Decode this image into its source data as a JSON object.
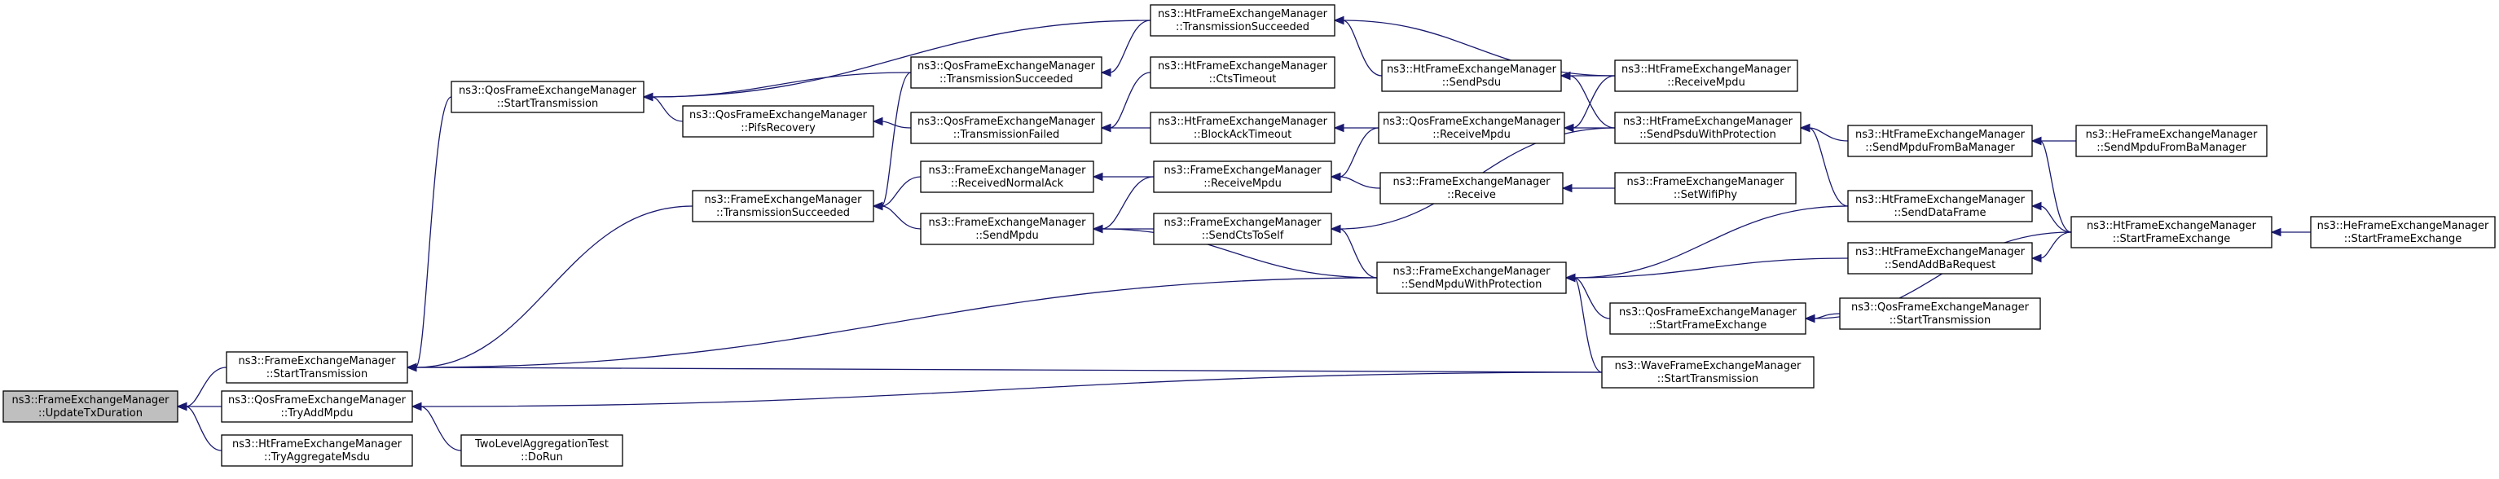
{
  "diagram": {
    "type": "call-graph",
    "colors": {
      "edge": "#191970",
      "node_fill": "#ffffff",
      "root_fill": "#bfbfbf",
      "node_border": "#000000",
      "text": "#000000"
    },
    "nodes": [
      {
        "id": "root",
        "root": true,
        "lines": [
          "ns3::FrameExchangeManager",
          "::UpdateTxDuration"
        ]
      },
      {
        "id": "fem_start",
        "lines": [
          "ns3::FrameExchangeManager",
          "::StartTransmission"
        ]
      },
      {
        "id": "qos_tryadd",
        "lines": [
          "ns3::QosFrameExchangeManager",
          "::TryAddMpdu"
        ]
      },
      {
        "id": "ht_tryagg",
        "lines": [
          "ns3::HtFrameExchangeManager",
          "::TryAggregateMsdu"
        ]
      },
      {
        "id": "qos_start",
        "lines": [
          "ns3::QosFrameExchangeManager",
          "::StartTransmission"
        ]
      },
      {
        "id": "fem_txsucc",
        "lines": [
          "ns3::FrameExchangeManager",
          "::TransmissionSucceeded"
        ]
      },
      {
        "id": "two_level",
        "lines": [
          "TwoLevelAggregationTest",
          "::DoRun"
        ]
      },
      {
        "id": "qos_pifs",
        "lines": [
          "ns3::QosFrameExchangeManager",
          "::PifsRecovery"
        ]
      },
      {
        "id": "qos_txsucc",
        "lines": [
          "ns3::QosFrameExchangeManager",
          "::TransmissionSucceeded"
        ]
      },
      {
        "id": "qos_txfail",
        "lines": [
          "ns3::QosFrameExchangeManager",
          "::TransmissionFailed"
        ]
      },
      {
        "id": "fem_recvack",
        "lines": [
          "ns3::FrameExchangeManager",
          "::ReceivedNormalAck"
        ]
      },
      {
        "id": "fem_sendmpdu",
        "lines": [
          "ns3::FrameExchangeManager",
          "::SendMpdu"
        ]
      },
      {
        "id": "ht_txsucc",
        "lines": [
          "ns3::HtFrameExchangeManager",
          "::TransmissionSucceeded"
        ]
      },
      {
        "id": "ht_cts",
        "lines": [
          "ns3::HtFrameExchangeManager",
          "::CtsTimeout"
        ]
      },
      {
        "id": "ht_blockack",
        "lines": [
          "ns3::HtFrameExchangeManager",
          "::BlockAckTimeout"
        ]
      },
      {
        "id": "fem_recvmpdu",
        "lines": [
          "ns3::FrameExchangeManager",
          "::ReceiveMpdu"
        ]
      },
      {
        "id": "fem_ctsself",
        "lines": [
          "ns3::FrameExchangeManager",
          "::SendCtsToSelf"
        ]
      },
      {
        "id": "ht_sendpsdu",
        "lines": [
          "ns3::HtFrameExchangeManager",
          "::SendPsdu"
        ]
      },
      {
        "id": "qos_recvmpdu",
        "lines": [
          "ns3::QosFrameExchangeManager",
          "::ReceiveMpdu"
        ]
      },
      {
        "id": "fem_receive",
        "lines": [
          "ns3::FrameExchangeManager",
          "::Receive"
        ]
      },
      {
        "id": "fem_sendprot",
        "lines": [
          "ns3::FrameExchangeManager",
          "::SendMpduWithProtection"
        ]
      },
      {
        "id": "ht_recvmpdu",
        "lines": [
          "ns3::HtFrameExchangeManager",
          "::ReceiveMpdu"
        ]
      },
      {
        "id": "ht_psduprot",
        "lines": [
          "ns3::HtFrameExchangeManager",
          "::SendPsduWithProtection"
        ]
      },
      {
        "id": "fem_wifiphy",
        "lines": [
          "ns3::FrameExchangeManager",
          "::SetWifiPhy"
        ]
      },
      {
        "id": "qos_startfe",
        "lines": [
          "ns3::QosFrameExchangeManager",
          "::StartFrameExchange"
        ]
      },
      {
        "id": "wave_start",
        "lines": [
          "ns3::WaveFrameExchangeManager",
          "::StartTransmission"
        ]
      },
      {
        "id": "ht_fromba",
        "lines": [
          "ns3::HtFrameExchangeManager",
          "::SendMpduFromBaManager"
        ]
      },
      {
        "id": "ht_datafr",
        "lines": [
          "ns3::HtFrameExchangeManager",
          "::SendDataFrame"
        ]
      },
      {
        "id": "ht_addba",
        "lines": [
          "ns3::HtFrameExchangeManager",
          "::SendAddBaRequest"
        ]
      },
      {
        "id": "qos_start2",
        "lines": [
          "ns3::QosFrameExchangeManager",
          "::StartTransmission"
        ]
      },
      {
        "id": "he_fromba",
        "lines": [
          "ns3::HeFrameExchangeManager",
          "::SendMpduFromBaManager"
        ]
      },
      {
        "id": "ht_startfe",
        "lines": [
          "ns3::HtFrameExchangeManager",
          "::StartFrameExchange"
        ]
      },
      {
        "id": "he_startfe",
        "lines": [
          "ns3::HeFrameExchangeManager",
          "::StartFrameExchange"
        ]
      }
    ],
    "edges": [
      [
        "fem_start",
        "root"
      ],
      [
        "qos_tryadd",
        "root"
      ],
      [
        "ht_tryagg",
        "root"
      ],
      [
        "qos_start",
        "fem_start"
      ],
      [
        "fem_txsucc",
        "fem_start"
      ],
      [
        "fem_sendprot",
        "fem_start"
      ],
      [
        "wave_start",
        "fem_start"
      ],
      [
        "two_level",
        "qos_tryadd"
      ],
      [
        "wave_start",
        "qos_tryadd"
      ],
      [
        "qos_pifs",
        "qos_start"
      ],
      [
        "qos_txsucc",
        "qos_start"
      ],
      [
        "ht_txsucc",
        "qos_start"
      ],
      [
        "qos_txfail",
        "qos_pifs"
      ],
      [
        "ht_cts",
        "qos_txfail"
      ],
      [
        "ht_blockack",
        "qos_txfail"
      ],
      [
        "qos_txsucc",
        "fem_txsucc"
      ],
      [
        "fem_recvack",
        "fem_txsucc"
      ],
      [
        "fem_sendmpdu",
        "fem_txsucc"
      ],
      [
        "ht_txsucc",
        "qos_txsucc"
      ],
      [
        "ht_sendpsdu",
        "ht_txsucc"
      ],
      [
        "ht_recvmpdu",
        "ht_txsucc"
      ],
      [
        "ht_recvmpdu",
        "ht_sendpsdu"
      ],
      [
        "ht_psduprot",
        "ht_sendpsdu"
      ],
      [
        "fem_recvmpdu",
        "fem_recvack"
      ],
      [
        "fem_recvmpdu",
        "fem_sendmpdu"
      ],
      [
        "fem_ctsself",
        "fem_sendmpdu"
      ],
      [
        "fem_sendprot",
        "fem_sendmpdu"
      ],
      [
        "qos_recvmpdu",
        "fem_recvmpdu"
      ],
      [
        "fem_receive",
        "fem_recvmpdu"
      ],
      [
        "ht_recvmpdu",
        "qos_recvmpdu"
      ],
      [
        "ht_psduprot",
        "ht_blockack"
      ],
      [
        "fem_wifiphy",
        "fem_receive"
      ],
      [
        "ht_psduprot",
        "fem_ctsself"
      ],
      [
        "fem_sendprot",
        "fem_ctsself"
      ],
      [
        "ht_datafr",
        "fem_sendprot"
      ],
      [
        "ht_addba",
        "fem_sendprot"
      ],
      [
        "qos_startfe",
        "fem_sendprot"
      ],
      [
        "wave_start",
        "fem_sendprot"
      ],
      [
        "ht_fromba",
        "ht_psduprot"
      ],
      [
        "ht_datafr",
        "ht_psduprot"
      ],
      [
        "he_fromba",
        "ht_fromba"
      ],
      [
        "ht_startfe",
        "ht_fromba"
      ],
      [
        "ht_startfe",
        "ht_datafr"
      ],
      [
        "ht_startfe",
        "ht_addba"
      ],
      [
        "qos_start2",
        "qos_startfe"
      ],
      [
        "ht_startfe",
        "qos_startfe"
      ],
      [
        "he_startfe",
        "ht_startfe"
      ]
    ]
  }
}
